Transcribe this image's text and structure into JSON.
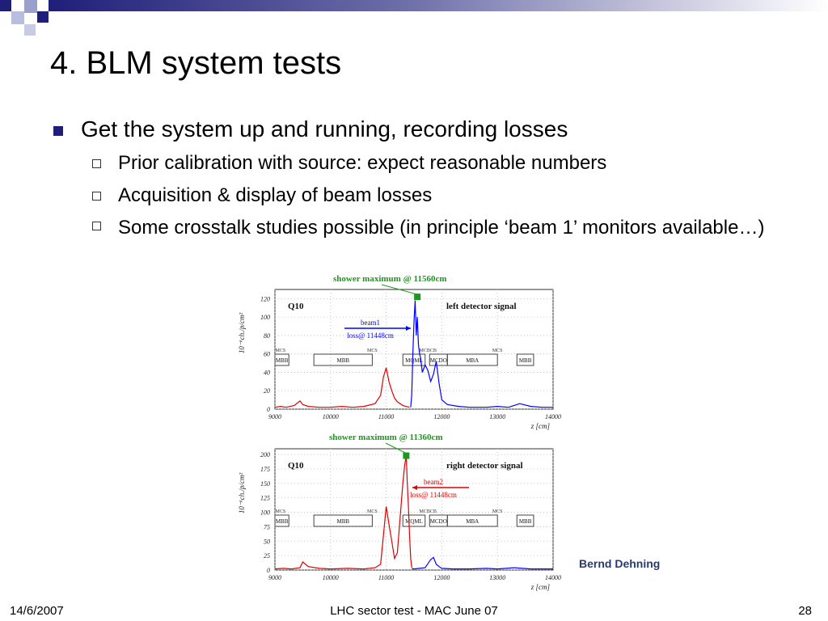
{
  "slide": {
    "title": "4. BLM system tests",
    "bullet": "Get the system up and running, recording losses",
    "sub_bullets": [
      "Prior calibration with source: expect reasonable numbers",
      "Acquisition & display of beam losses",
      "Some crosstalk studies possible (in principle ‘beam 1’ monitors available…)"
    ],
    "credit": "Bernd Dehning",
    "footer": {
      "date": "14/6/2007",
      "center": "LHC sector test - MAC June 07",
      "page": "28"
    }
  },
  "colors": {
    "accent": "#1f1f7a",
    "loss_red": "#e00000",
    "beam_blue": "#0000ff",
    "marker_green": "#1a9a1a",
    "caption_green": "#1a9a1a"
  },
  "chart_data": [
    {
      "type": "line",
      "caption": "shower maximum @ 11560cm",
      "label": "Q10",
      "annotation": "left detector signal",
      "arrow_text": [
        "beam1",
        "loss@ 11448cm"
      ],
      "ylabel": "10⁻⁶ch./p/cm²",
      "xlabel": "z [cm]",
      "xlim": [
        9000,
        14000
      ],
      "ylim": [
        0,
        130
      ],
      "yticks": [
        "0",
        "20",
        "40",
        "60",
        "80",
        "100",
        "120"
      ],
      "xticks": [
        "9000",
        "10000",
        "11000",
        "12000",
        "13000",
        "14000"
      ],
      "magnets": [
        "MBB",
        "MBB",
        "MQML",
        "MCDO",
        "MBA",
        "MBB"
      ],
      "correctors": [
        "MCS",
        "MCS",
        "MCBCB",
        "MCS"
      ],
      "series": [
        {
          "x": [
            9000,
            9100,
            9200,
            9350,
            9450,
            9500,
            9600,
            9800,
            10000,
            10200,
            10400,
            10600,
            10800,
            10900,
            10950,
            11000,
            11050,
            11100,
            11150,
            11200,
            11250,
            11300,
            11350,
            11420
          ],
          "y": [
            2,
            3,
            2,
            4,
            9,
            5,
            3,
            2,
            2,
            3,
            2,
            3,
            6,
            15,
            35,
            45,
            30,
            20,
            12,
            8,
            6,
            4,
            3,
            2
          ]
        },
        {
          "x": [
            11440,
            11460,
            11480,
            11500,
            11520,
            11540,
            11560,
            11580,
            11600,
            11620,
            11650,
            11700,
            11750,
            11800,
            11850,
            11900,
            11950,
            12000,
            12100,
            12300,
            12500,
            12800,
            13000,
            13200,
            13400,
            13600,
            13800,
            14000
          ],
          "y": [
            2,
            15,
            60,
            95,
            118,
            80,
            100,
            70,
            60,
            55,
            40,
            48,
            42,
            30,
            38,
            52,
            28,
            10,
            5,
            3,
            2,
            2,
            3,
            2,
            6,
            3,
            2,
            2
          ]
        }
      ],
      "marker": {
        "x": 11560,
        "y": 122
      }
    },
    {
      "type": "line",
      "caption": "shower maximum @ 11360cm",
      "label": "Q10",
      "annotation": "right detector signal",
      "arrow_text": [
        "beam2",
        "loss@ 11448cm"
      ],
      "ylabel": "10⁻⁶ch./p/cm²",
      "xlabel": "z [cm]",
      "xlim": [
        9000,
        14000
      ],
      "ylim": [
        0,
        210
      ],
      "yticks": [
        "0",
        "25",
        "50",
        "75",
        "100",
        "125",
        "150",
        "175",
        "200"
      ],
      "xticks": [
        "9000",
        "10000",
        "11000",
        "12000",
        "13000",
        "14000"
      ],
      "magnets": [
        "MBB",
        "MBB",
        "MQML",
        "MCDO",
        "MBA",
        "MBB"
      ],
      "correctors": [
        "MCS",
        "MCS",
        "MCBCB",
        "MCS"
      ],
      "series": [
        {
          "x": [
            9000,
            9150,
            9300,
            9450,
            9500,
            9600,
            9800,
            10000,
            10300,
            10600,
            10800,
            10900,
            10950,
            11000,
            11050,
            11100,
            11150,
            11200,
            11250,
            11300,
            11330,
            11360,
            11380,
            11400,
            11420,
            11440,
            11460
          ],
          "y": [
            2,
            3,
            2,
            4,
            14,
            6,
            3,
            2,
            3,
            2,
            4,
            10,
            60,
            110,
            80,
            50,
            20,
            30,
            90,
            150,
            180,
            198,
            150,
            110,
            60,
            20,
            4
          ]
        },
        {
          "x": [
            11460,
            11500,
            11600,
            11700,
            11800,
            11850,
            11900,
            11950,
            12000,
            12200,
            12500,
            12800,
            13000,
            13300,
            13600,
            14000
          ],
          "y": [
            3,
            2,
            3,
            4,
            18,
            22,
            10,
            6,
            3,
            2,
            2,
            3,
            2,
            4,
            2,
            2
          ]
        }
      ],
      "marker": {
        "x": 11360,
        "y": 198
      }
    }
  ]
}
